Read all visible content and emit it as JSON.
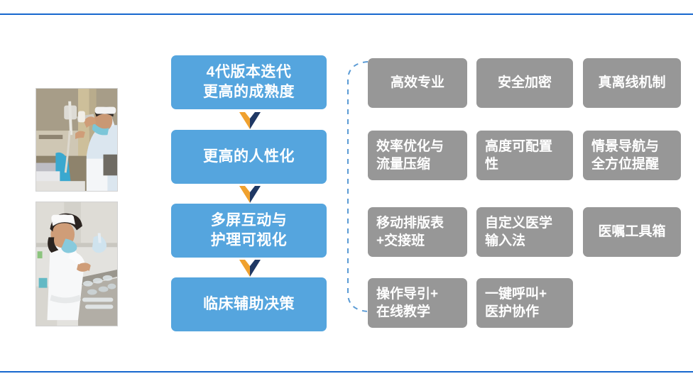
{
  "slide": {
    "background_color": "#ffffff",
    "rule_color": "#1767CE",
    "accent_blue": "#55A5DE",
    "accent_gray": "#979797",
    "chevron_orange": "#F3A game",
    "chevron_orange_hex": "#F0A12E",
    "chevron_navy": "#1F3864",
    "bracket_color": "#5B9BD5"
  },
  "photos": [
    {
      "alt": "nurse-scanning-iv-bag"
    },
    {
      "alt": "nurse-preparing-medication"
    }
  ],
  "stages": [
    {
      "label": "4代版本迭代\n更高的成熟度"
    },
    {
      "label": "更高的人性化"
    },
    {
      "label": "多屏互动与\n护理可视化"
    },
    {
      "label": "临床辅助决策"
    }
  ],
  "features": [
    {
      "label": "高效专业",
      "align": "center"
    },
    {
      "label": "安全加密",
      "align": "center"
    },
    {
      "label": "真离线机制",
      "align": "center"
    },
    {
      "label": "效率优化与\n流量压缩",
      "align": "left"
    },
    {
      "label": "高度可配置\n性",
      "align": "left"
    },
    {
      "label": "情景导航与\n全方位提醒",
      "align": "left"
    },
    {
      "label": "移动排版表\n+交接班",
      "align": "left"
    },
    {
      "label": "自定义医学\n输入法",
      "align": "left"
    },
    {
      "label": "医嘱工具箱",
      "align": "center"
    },
    {
      "label": "操作导引+\n在线教学",
      "align": "left"
    },
    {
      "label": "一键呼叫+\n医护协作",
      "align": "left"
    }
  ]
}
